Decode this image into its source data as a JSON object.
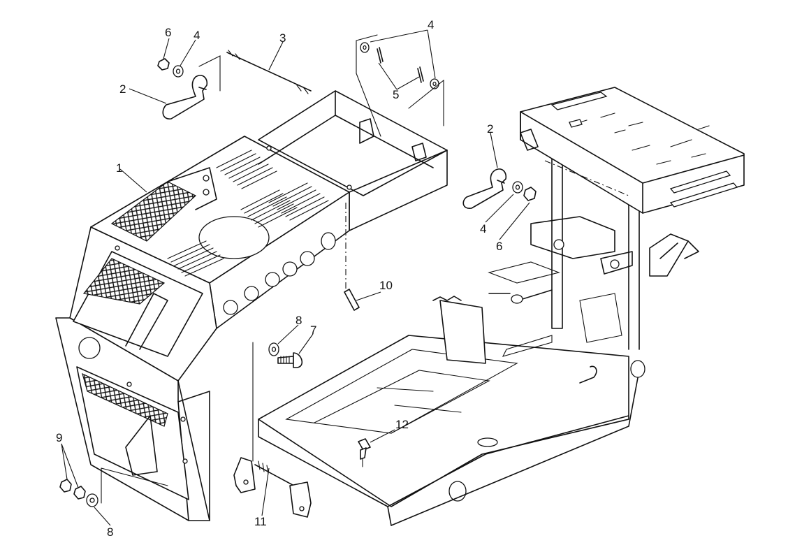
{
  "labels": {
    "hood": "1",
    "latch_left": "2",
    "latch_right": "2",
    "rod": "3",
    "washer_top_left": "4",
    "washer_top_right": "4",
    "washer_right": "4",
    "cotter_pin": "5",
    "nut_top_left": "6",
    "nut_right": "6",
    "bolt": "7",
    "washer_bolt": "8",
    "washer_bottom": "8",
    "nut_bottom": "9",
    "pin_spring": "10",
    "spring_rod": "11",
    "fitting": "12"
  }
}
